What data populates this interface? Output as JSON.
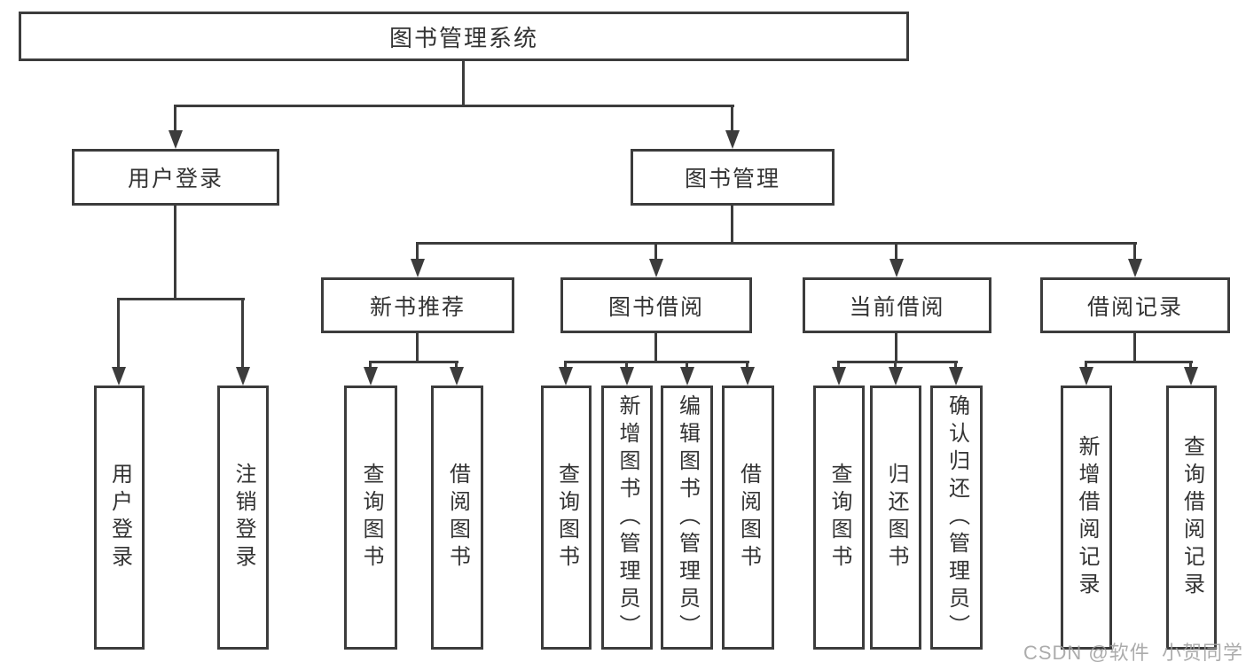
{
  "tree": {
    "root": "图书管理系统",
    "user_login": {
      "label": "用户登录",
      "children": [
        "用户登录",
        "注销登录"
      ]
    },
    "book_mgmt": {
      "label": "图书管理",
      "children": [
        {
          "label": "新书推荐",
          "children": [
            "查询图书",
            "借阅图书"
          ]
        },
        {
          "label": "图书借阅",
          "children": [
            "查询图书",
            "新增图书（管理员）",
            "编辑图书（管理员）",
            "借阅图书"
          ]
        },
        {
          "label": "当前借阅",
          "children": [
            "查询图书",
            "归还图书",
            "确认归还（管理员）"
          ]
        },
        {
          "label": "借阅记录",
          "children": [
            "新增借阅记录",
            "查询借阅记录"
          ]
        }
      ]
    }
  },
  "colors": {
    "line": "#3c3c3c",
    "text": "#333333",
    "watermark": "#9e9e9e"
  },
  "watermark": "CSDN @软件_小贺同学"
}
